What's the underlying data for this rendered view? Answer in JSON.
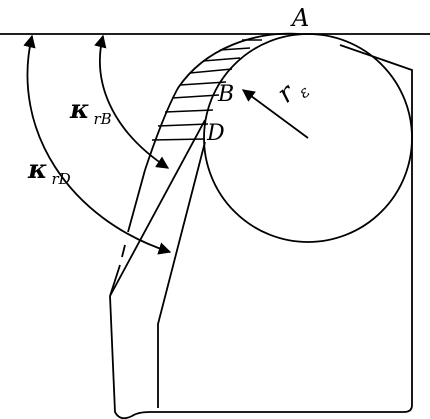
{
  "labels": {
    "point_a": "A",
    "point_b": "B",
    "point_d": "D",
    "nose_radius": {
      "symbol": "r",
      "subscript": "ε"
    },
    "angle_rb": {
      "symbol": "κ",
      "subscript": "rB"
    },
    "angle_rd": {
      "symbol": "κ",
      "subscript": "rD"
    }
  },
  "colors": {
    "stroke": "#000000",
    "background": "#ffffff"
  }
}
